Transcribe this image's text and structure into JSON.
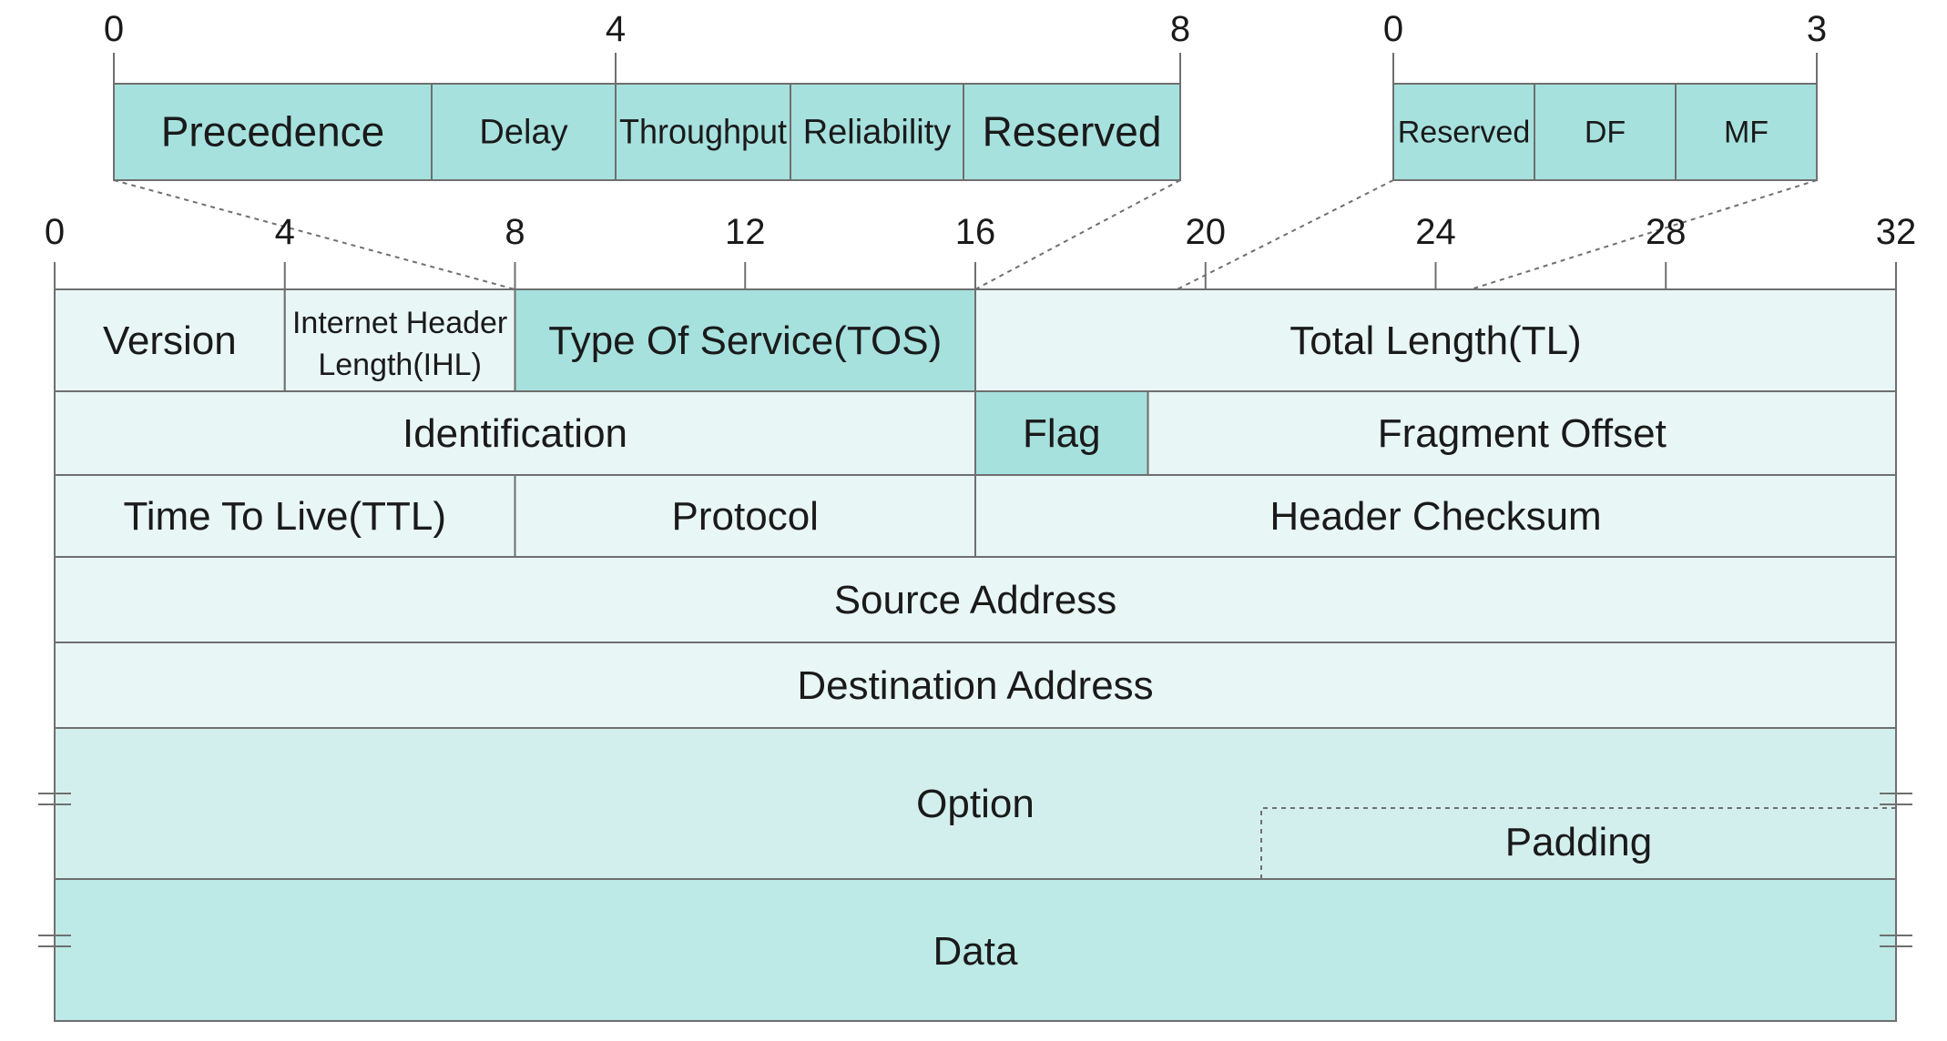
{
  "colors": {
    "light": "#e8f6f5",
    "medium": "#d3efed",
    "strong": "#a6e1de",
    "data_row": "#bde9e6",
    "stroke": "#6f6f6f",
    "text": "#1a1a1a"
  },
  "tos_detail": {
    "ticks": [
      {
        "bit": 0,
        "label": "0"
      },
      {
        "bit": 4,
        "label": "4"
      },
      {
        "bit": 8,
        "label": "8"
      }
    ],
    "fields": [
      {
        "label": "Precedence",
        "start": 0,
        "end": 3
      },
      {
        "label": "Delay",
        "start": 3,
        "end": 4
      },
      {
        "label": "Throughput",
        "start": 4,
        "end": 5
      },
      {
        "label": "Reliability",
        "start": 5,
        "end": 6
      },
      {
        "label": "Reserved",
        "start": 6,
        "end": 8
      }
    ]
  },
  "flag_detail": {
    "ticks": [
      {
        "bit": 0,
        "label": "0"
      },
      {
        "bit": 3,
        "label": "3"
      }
    ],
    "fields": [
      {
        "label": "Reserved",
        "start": 0,
        "end": 1
      },
      {
        "label": "DF",
        "start": 1,
        "end": 2
      },
      {
        "label": "MF",
        "start": 2,
        "end": 3
      }
    ]
  },
  "header": {
    "ticks": [
      "0",
      "4",
      "8",
      "12",
      "16",
      "20",
      "24",
      "28",
      "32"
    ],
    "rows": [
      {
        "fields": [
          {
            "label": "Version",
            "start": 0,
            "end": 4
          },
          {
            "label": "Internet Header",
            "label2": "Length(IHL)",
            "start": 4,
            "end": 8
          },
          {
            "label": "Type Of Service(TOS)",
            "start": 8,
            "end": 16,
            "highlight": true
          },
          {
            "label": "Total Length(TL)",
            "start": 16,
            "end": 32
          }
        ]
      },
      {
        "fields": [
          {
            "label": "Identification",
            "start": 0,
            "end": 16
          },
          {
            "label": "Flag",
            "start": 16,
            "end": 19,
            "highlight": true
          },
          {
            "label": "Fragment Offset",
            "start": 19,
            "end": 32
          }
        ]
      },
      {
        "fields": [
          {
            "label": "Time To Live(TTL)",
            "start": 0,
            "end": 8
          },
          {
            "label": "Protocol",
            "start": 8,
            "end": 16
          },
          {
            "label": "Header Checksum",
            "start": 16,
            "end": 32
          }
        ]
      },
      {
        "fields": [
          {
            "label": "Source Address",
            "start": 0,
            "end": 32
          }
        ]
      },
      {
        "fields": [
          {
            "label": "Destination Address",
            "start": 0,
            "end": 32
          }
        ]
      }
    ],
    "option": {
      "label": "Option",
      "padding_label": "Padding"
    },
    "data": {
      "label": "Data"
    }
  }
}
